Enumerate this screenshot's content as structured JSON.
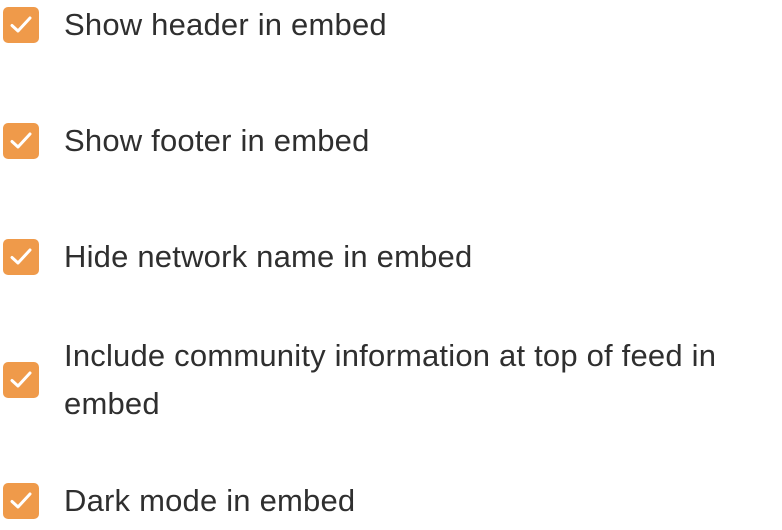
{
  "embed_settings": {
    "accent_color": "#ef9a4a",
    "check_icon": "checkmark-icon",
    "options": [
      {
        "label": "Show header in embed",
        "checked": true
      },
      {
        "label": "Show footer in embed",
        "checked": true
      },
      {
        "label": "Hide network name in embed",
        "checked": true
      },
      {
        "label": "Include community information at top of feed in embed",
        "checked": true
      },
      {
        "label": "Dark mode in embed",
        "checked": true
      }
    ]
  }
}
